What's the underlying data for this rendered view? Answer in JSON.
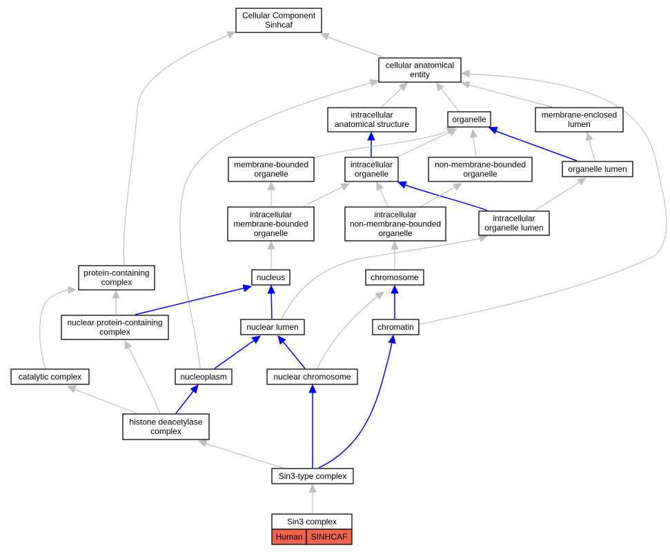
{
  "diagram": {
    "colors": {
      "is_a_edge": "#c0c0c0",
      "part_of_edge": "#0000ff",
      "annotation_cell": "#f0624a",
      "node_fill": "#ffffff",
      "node_border": "#000000"
    },
    "nodes": [
      {
        "id": "cc",
        "lines": [
          "Cellular Component",
          "Sinhcaf"
        ]
      },
      {
        "id": "cae",
        "lines": [
          "cellular anatomical",
          "entity"
        ]
      },
      {
        "id": "ias",
        "lines": [
          "intracellular",
          "anatomical structure"
        ]
      },
      {
        "id": "org",
        "lines": [
          "organelle"
        ]
      },
      {
        "id": "mel",
        "lines": [
          "membrane-enclosed",
          "lumen"
        ]
      },
      {
        "id": "mbo",
        "lines": [
          "membrane-bounded",
          "organelle"
        ]
      },
      {
        "id": "io",
        "lines": [
          "intracellular",
          "organelle"
        ]
      },
      {
        "id": "nmbo",
        "lines": [
          "non-membrane-bounded",
          "organelle"
        ]
      },
      {
        "id": "ol",
        "lines": [
          "organelle lumen"
        ]
      },
      {
        "id": "imbo",
        "lines": [
          "intracellular",
          "membrane-bounded",
          "organelle"
        ]
      },
      {
        "id": "inmbo",
        "lines": [
          "intracellular",
          "non-membrane-bounded",
          "organelle"
        ]
      },
      {
        "id": "iol",
        "lines": [
          "intracellular",
          "organelle lumen"
        ]
      },
      {
        "id": "pcc",
        "lines": [
          "protein-containing",
          "complex"
        ]
      },
      {
        "id": "nuc",
        "lines": [
          "nucleus"
        ]
      },
      {
        "id": "chrom",
        "lines": [
          "chromosome"
        ]
      },
      {
        "id": "npcc",
        "lines": [
          "nuclear protein-containing",
          "complex"
        ]
      },
      {
        "id": "nl",
        "lines": [
          "nuclear lumen"
        ]
      },
      {
        "id": "chrt",
        "lines": [
          "chromatin"
        ]
      },
      {
        "id": "cat",
        "lines": [
          "catalytic complex"
        ]
      },
      {
        "id": "nucp",
        "lines": [
          "nucleoplasm"
        ]
      },
      {
        "id": "nchr",
        "lines": [
          "nuclear chromosome"
        ]
      },
      {
        "id": "hdc",
        "lines": [
          "histone deacetylase",
          "complex"
        ]
      },
      {
        "id": "s3t",
        "lines": [
          "Sin3-type complex"
        ]
      },
      {
        "id": "s3c",
        "lines": [
          "Sin3 complex"
        ]
      }
    ],
    "annotation": {
      "node": "s3c",
      "cells": [
        "Human",
        "SINHCAF"
      ]
    },
    "edges": [
      {
        "from": "cae",
        "to": "cc",
        "rel": "is_a"
      },
      {
        "from": "pcc",
        "to": "cc",
        "rel": "is_a"
      },
      {
        "from": "ias",
        "to": "cae",
        "rel": "is_a"
      },
      {
        "from": "org",
        "to": "cae",
        "rel": "is_a"
      },
      {
        "from": "mel",
        "to": "cae",
        "rel": "is_a"
      },
      {
        "from": "nucp",
        "to": "cae",
        "rel": "is_a"
      },
      {
        "from": "chrt",
        "to": "cae",
        "rel": "is_a"
      },
      {
        "from": "io",
        "to": "ias",
        "rel": "part_of"
      },
      {
        "from": "mbo",
        "to": "org",
        "rel": "is_a"
      },
      {
        "from": "io",
        "to": "org",
        "rel": "is_a"
      },
      {
        "from": "nmbo",
        "to": "org",
        "rel": "is_a"
      },
      {
        "from": "ol",
        "to": "org",
        "rel": "part_of"
      },
      {
        "from": "ol",
        "to": "mel",
        "rel": "is_a"
      },
      {
        "from": "imbo",
        "to": "mbo",
        "rel": "is_a"
      },
      {
        "from": "imbo",
        "to": "io",
        "rel": "is_a"
      },
      {
        "from": "inmbo",
        "to": "io",
        "rel": "is_a"
      },
      {
        "from": "iol",
        "to": "io",
        "rel": "part_of"
      },
      {
        "from": "inmbo",
        "to": "nmbo",
        "rel": "is_a"
      },
      {
        "from": "iol",
        "to": "ol",
        "rel": "is_a"
      },
      {
        "from": "nuc",
        "to": "imbo",
        "rel": "is_a"
      },
      {
        "from": "chrom",
        "to": "inmbo",
        "rel": "is_a"
      },
      {
        "from": "nl",
        "to": "iol",
        "rel": "is_a"
      },
      {
        "from": "npcc",
        "to": "pcc",
        "rel": "is_a"
      },
      {
        "from": "cat",
        "to": "pcc",
        "rel": "is_a"
      },
      {
        "from": "npcc",
        "to": "nuc",
        "rel": "part_of"
      },
      {
        "from": "nl",
        "to": "nuc",
        "rel": "part_of"
      },
      {
        "from": "chrt",
        "to": "chrom",
        "rel": "part_of"
      },
      {
        "from": "nchr",
        "to": "chrom",
        "rel": "is_a"
      },
      {
        "from": "nucp",
        "to": "nl",
        "rel": "part_of"
      },
      {
        "from": "nchr",
        "to": "nl",
        "rel": "part_of"
      },
      {
        "from": "hdc",
        "to": "nucp",
        "rel": "part_of"
      },
      {
        "from": "hdc",
        "to": "npcc",
        "rel": "is_a"
      },
      {
        "from": "hdc",
        "to": "cat",
        "rel": "is_a"
      },
      {
        "from": "s3t",
        "to": "hdc",
        "rel": "is_a"
      },
      {
        "from": "s3t",
        "to": "nchr",
        "rel": "part_of"
      },
      {
        "from": "s3t",
        "to": "chrt",
        "rel": "part_of"
      },
      {
        "from": "s3c",
        "to": "s3t",
        "rel": "is_a"
      }
    ]
  }
}
